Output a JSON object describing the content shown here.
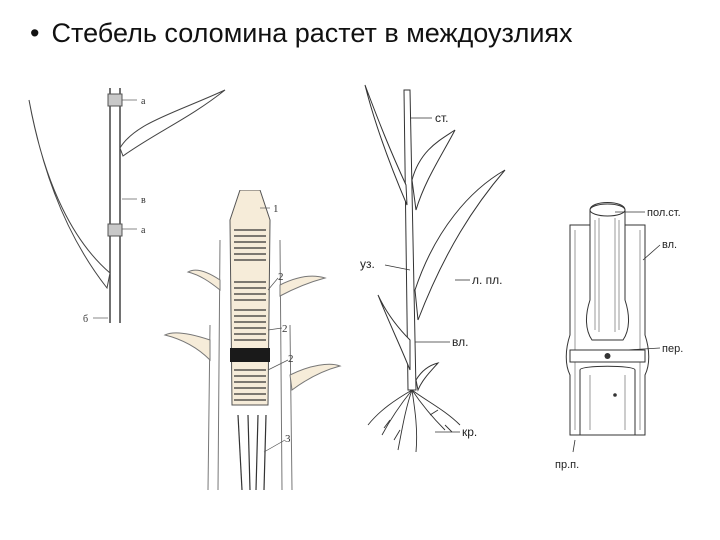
{
  "slide": {
    "bullet": "•",
    "title": "Стебель соломина растет в междоузлиях"
  },
  "fig1": {
    "labels": {
      "node_top": "а",
      "internode": "в",
      "node_mid": "а",
      "sheath": "б"
    }
  },
  "fig2": {
    "labels": {
      "l1": "1",
      "l2a": "2",
      "l2b": "2",
      "l2c": "2",
      "l3": "3"
    }
  },
  "fig3": {
    "labels": {
      "st": "ст.",
      "uz": "уз.",
      "lpl": "л. пл.",
      "vl": "вл.",
      "kr": "кр."
    }
  },
  "fig4": {
    "labels": {
      "polst": "пол.ст.",
      "vl": "вл.",
      "per": "пер.",
      "prp": "пр.п."
    }
  },
  "colors": {
    "ink": "#222222",
    "paper": "#f6ecd9",
    "node": "#c8c8c8"
  }
}
